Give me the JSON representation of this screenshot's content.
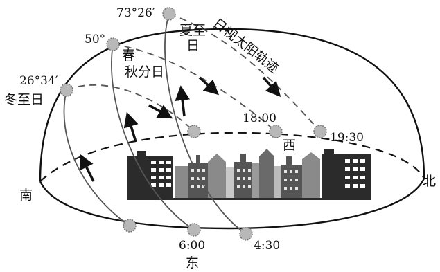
{
  "labels": {
    "south": "南",
    "north": "北",
    "east": "东",
    "west": "西",
    "summer_solstice_line1": "夏至",
    "summer_solstice_line2": "日",
    "equinox_line1": "春",
    "equinox_line2": "秋分日",
    "winter_solstice": "冬至日",
    "apparent_path_title": "日视太阳轨迹"
  },
  "angles": {
    "summer_noon_altitude": "73°26′",
    "equinox_noon_altitude": "50°",
    "winter_noon_altitude": "26°34′"
  },
  "times": {
    "summer_sunrise": "4:30",
    "equinox_sunrise": "6:00",
    "equinox_sunset": "18:00",
    "summer_sunset": "19:30"
  },
  "colors": {
    "sun_fill": "#b8b8b8",
    "line": "#111111",
    "building_dark": "#2b2b2b",
    "building_grey": "#8a8a8a"
  }
}
